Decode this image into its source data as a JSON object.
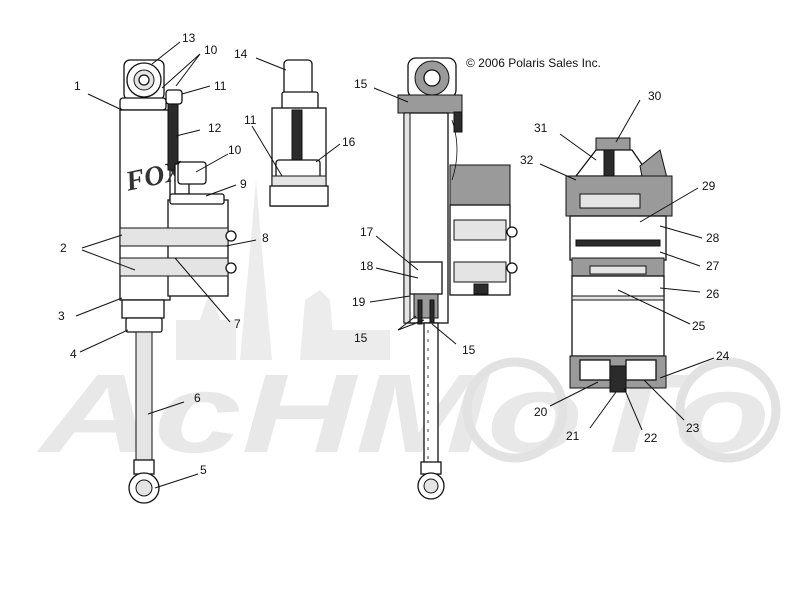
{
  "copyright": "© 2006 Polaris Sales Inc.",
  "watermark": "AcHMoTo",
  "labels": {
    "l1": "1",
    "l2": "2",
    "l3": "3",
    "l4": "4",
    "l5": "5",
    "l6": "6",
    "l7": "7",
    "l8": "8",
    "l9": "9",
    "l10a": "10",
    "l10b": "10",
    "l11a": "11",
    "l11b": "11",
    "l12": "12",
    "l13": "13",
    "l14": "14",
    "l15a": "15",
    "l15b": "15",
    "l15c": "15",
    "l16": "16",
    "l17": "17",
    "l18": "18",
    "l19": "19",
    "l20": "20",
    "l21": "21",
    "l22": "22",
    "l23": "23",
    "l24": "24",
    "l25": "25",
    "l26": "26",
    "l27": "27",
    "l28": "28",
    "l29": "29",
    "l30": "30",
    "l31": "31",
    "l32": "32"
  },
  "colors": {
    "line": "#111111",
    "watermark": "#e6e6e6",
    "background": "#ffffff"
  }
}
